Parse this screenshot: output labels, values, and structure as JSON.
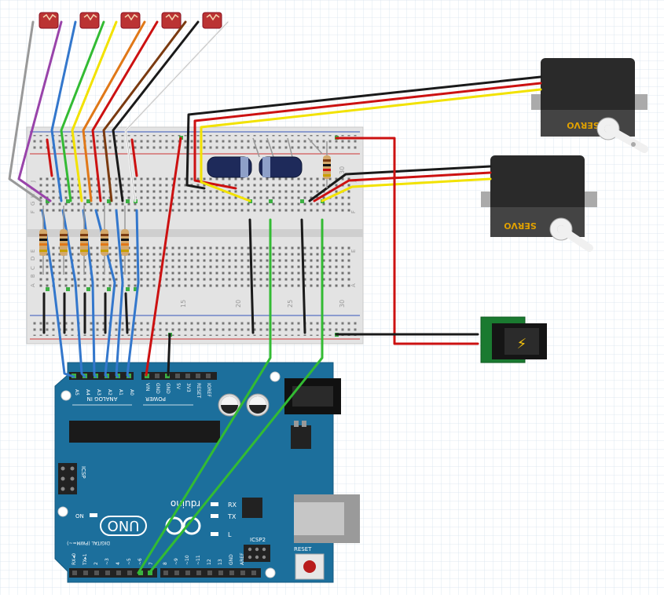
{
  "arduino": {
    "brand_name": "UNO",
    "arduino_mark": "rduino",
    "analog_header_label": "ANALOG IN",
    "power_header_label": "POWER",
    "digital_header_label": "DIGITAL (PWM=~)",
    "icsp_label": "ICSP",
    "icsp2_label": "ICSP2",
    "reset_label": "RESET",
    "on_label": "ON",
    "rx_label": "RX",
    "tx_label": "TX",
    "l_label": "L",
    "analog_pins": [
      "A5",
      "A4",
      "A3",
      "A2",
      "A1",
      "A0"
    ],
    "power_pins": [
      "VIN",
      "GND",
      "GND",
      "5V",
      "3V3",
      "RESET",
      "IOREF"
    ],
    "digital_pins": [
      "RX◂0",
      "TX▸1",
      "2",
      "~3",
      "4",
      "~5",
      "~6",
      "7",
      "8",
      "~9",
      "~10",
      "~11",
      "12",
      "13",
      "GND",
      "AREF"
    ],
    "board_color": "#1c6f9c"
  },
  "breadboard": {
    "column_numbers": [
      "15",
      "20",
      "25",
      "30"
    ],
    "row_letters_top": [
      "J",
      "I",
      "H",
      "G",
      "F"
    ],
    "row_letters_bottom": [
      "E",
      "D",
      "C",
      "B",
      "A"
    ]
  },
  "servos": [
    {
      "label": "SERVO"
    },
    {
      "label": "SERVO"
    }
  ],
  "power_jack": {
    "symbol": "⚡"
  },
  "wire_colors": {
    "red": "#cc1111",
    "black": "#1a1a1a",
    "yellow": "#f2e200",
    "green": "#33bb33",
    "blue": "#3377cc",
    "gray": "#999999",
    "purple": "#9944aa",
    "orange": "#e07818",
    "brown": "#7a3a10",
    "white": "#f4f4f4"
  },
  "components": {
    "photoresistors": 5,
    "resistors": 6,
    "capacitors": 2,
    "servos": 2
  }
}
